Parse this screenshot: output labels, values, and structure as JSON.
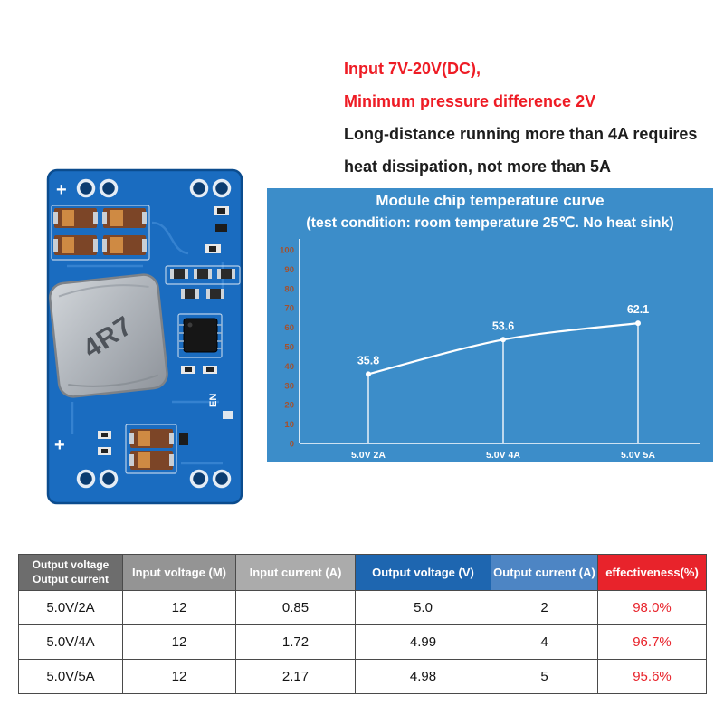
{
  "annotations": {
    "line1": "Input 7V-20V(DC),",
    "line2": "Minimum pressure difference 2V",
    "line3": "Long-distance running more than 4A requires",
    "line4": "heat dissipation, not more than 5A"
  },
  "module": {
    "inductor_label": "4R7",
    "enable_label": "EN",
    "plus_top": "+",
    "plus_bottom": "+"
  },
  "chart_data": {
    "type": "line",
    "title": "Module chip temperature curve",
    "subtitle": "(test condition: room temperature 25℃. No heat sink)",
    "categories": [
      "5.0V 2A",
      "5.0V 4A",
      "5.0V 5A"
    ],
    "values": [
      35.8,
      53.6,
      62.1
    ],
    "value_labels": [
      "35.8",
      "53.6",
      "62.1"
    ],
    "xlabel": "",
    "ylabel": "",
    "ylim": [
      0,
      100
    ],
    "yticks": [
      0,
      10,
      20,
      30,
      40,
      50,
      60,
      70,
      80,
      90,
      100
    ],
    "grid": false,
    "legend": "none",
    "line_color": "#ffffff",
    "background": "#3c8dc9",
    "tick_label_color": "#a3512e"
  },
  "table": {
    "corner_header": {
      "line1": "Output voltage",
      "line2": "Output current"
    },
    "columns": [
      "Input voltage (M)",
      "Input current (A)",
      "Output voltage (V)",
      "Output current (A)",
      "effectiveness(%)"
    ],
    "rows": [
      [
        "5.0V/2A",
        "12",
        "0.85",
        "5.0",
        "2",
        "98.0%"
      ],
      [
        "5.0V/4A",
        "12",
        "1.72",
        "4.99",
        "4",
        "96.7%"
      ],
      [
        "5.0V/5A",
        "12",
        "2.17",
        "4.98",
        "5",
        "95.6%"
      ]
    ]
  },
  "colors": {
    "accent_red": "#ee1c25",
    "text_black": "#1d1d1d",
    "chart_bg": "#3c8dc9",
    "tick_label": "#a3512e",
    "header_gray_dark": "#6d6d6d",
    "header_gray": "#949494",
    "header_gray_light": "#ababab",
    "header_blue_dark": "#1e66b0",
    "header_blue": "#4d85c4",
    "header_red": "#e8232b",
    "effectiveness_red": "#e8232b",
    "pcb_blue": "#1a6cc0"
  }
}
